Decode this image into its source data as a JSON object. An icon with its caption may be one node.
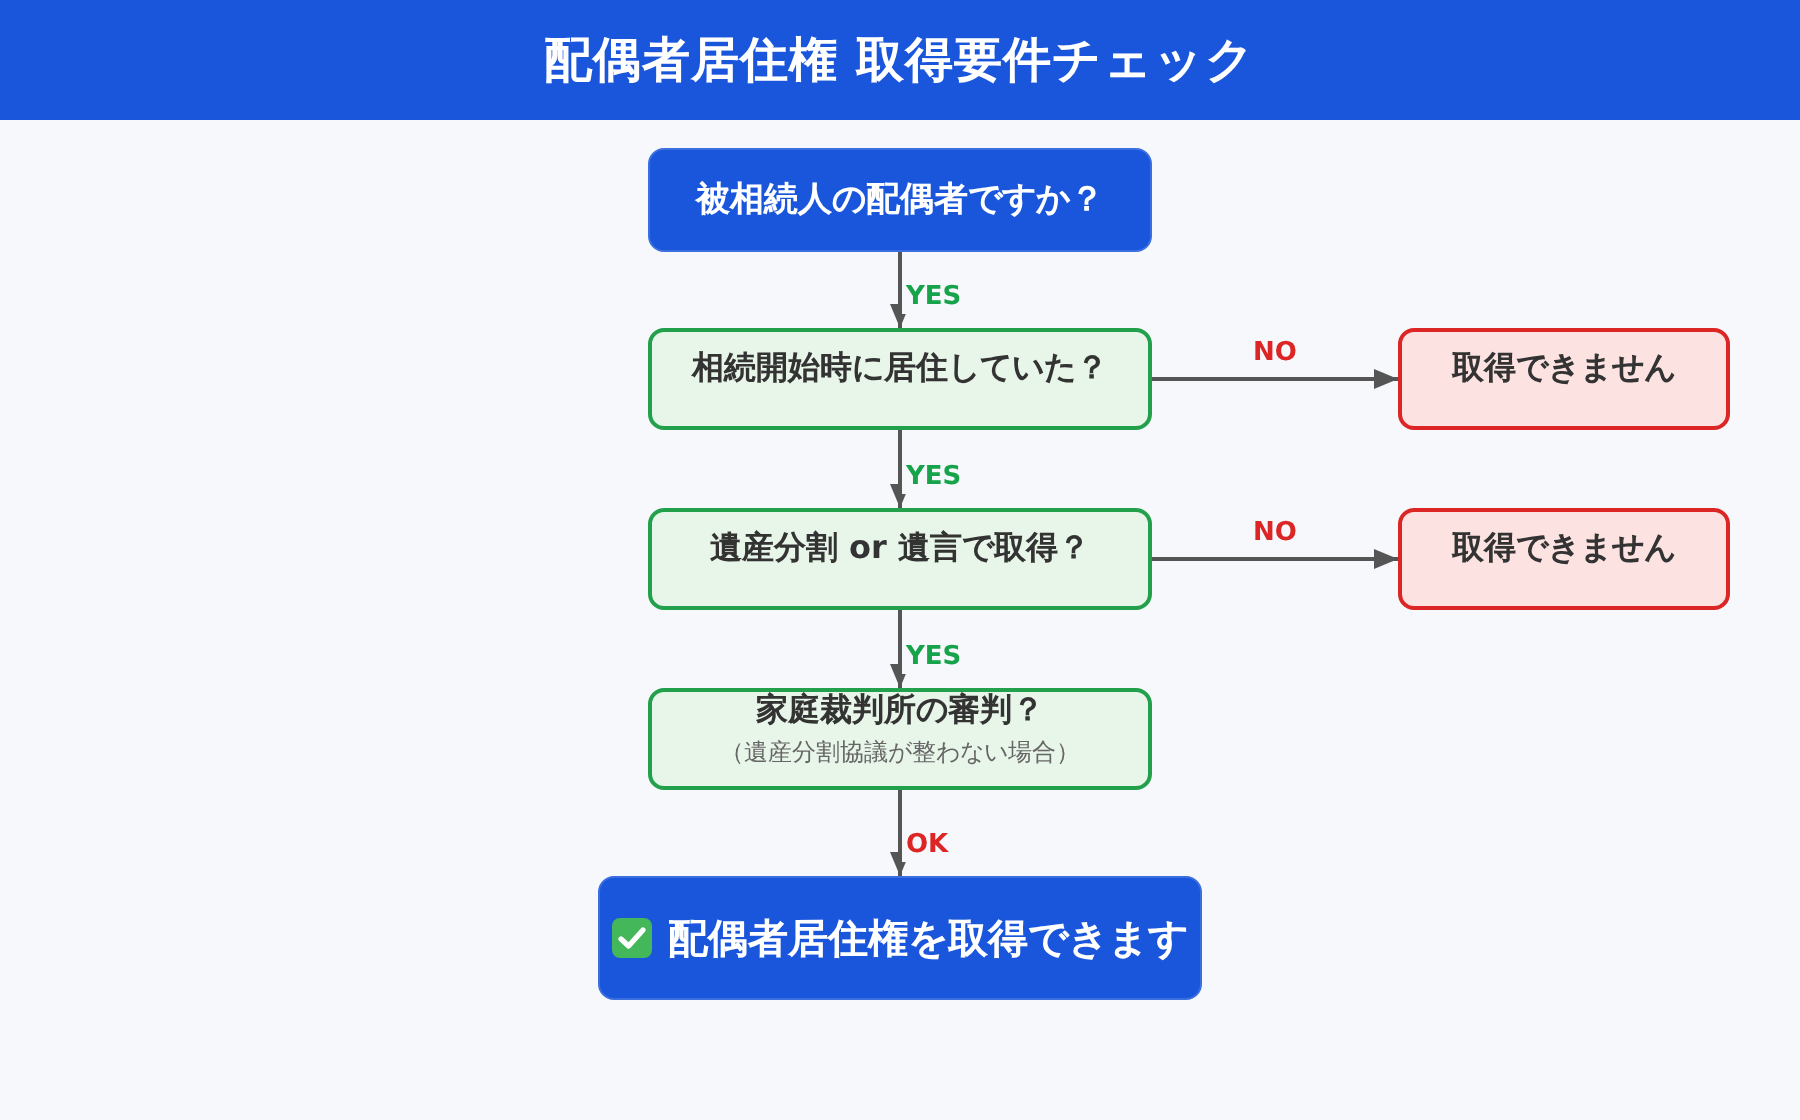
{
  "diagram": {
    "title": "配偶者居住権 取得要件チェック",
    "nodes": [
      {
        "text": [
          "被相続人の配偶者ですか？"
        ]
      },
      {
        "text": [
          "相続開始時に居住していた？"
        ]
      },
      {
        "text": [
          "取得できません"
        ]
      },
      {
        "text": [
          "遺産分割 or 遺言で取得？"
        ]
      },
      {
        "text": [
          "取得できません"
        ]
      },
      {
        "text": [
          "家庭裁判所の審判？",
          "（遺産分割協議が整わない場合）"
        ]
      },
      {
        "text": [
          "配偶者居住権を取得できます"
        ]
      }
    ],
    "edges": [
      {
        "from": 0,
        "to": 1,
        "arrow": "to",
        "label": "YES"
      },
      {
        "from": 1,
        "to": 2,
        "arrow": "to",
        "label": "NO"
      },
      {
        "from": 1,
        "to": 3,
        "arrow": "to",
        "label": "YES"
      },
      {
        "from": 3,
        "to": 4,
        "arrow": "to",
        "label": "NO"
      },
      {
        "from": 3,
        "to": 5,
        "arrow": "to",
        "label": "YES"
      },
      {
        "from": 5,
        "to": 6,
        "arrow": "to",
        "label": "OK"
      }
    ]
  }
}
